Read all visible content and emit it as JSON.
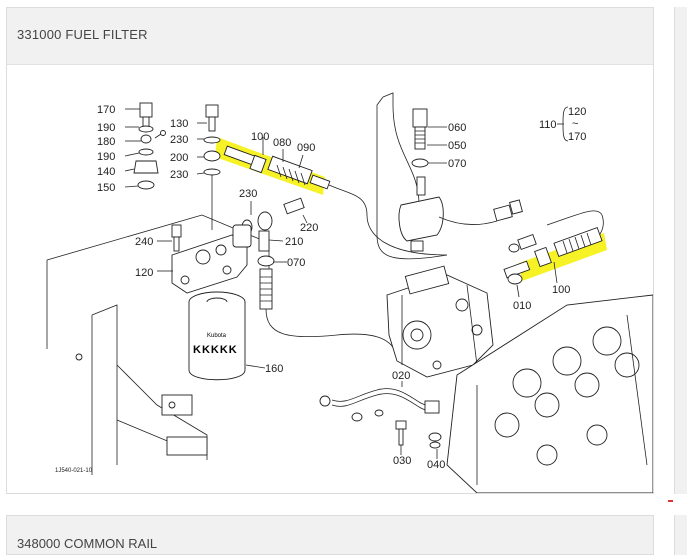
{
  "sections": [
    {
      "title": "331000   FUEL FILTER"
    },
    {
      "title": "348000   COMMON RAIL"
    }
  ],
  "diagram": {
    "code": "1J540-021-10",
    "labels": {
      "p170": "170",
      "p190a": "190",
      "p180": "180",
      "p190b": "190",
      "p140": "140",
      "p150": "150",
      "p130": "130",
      "p230a": "230",
      "p200": "200",
      "p230b": "230",
      "p100a": "100",
      "p080": "080",
      "p090": "090",
      "p230c": "230",
      "p220": "220",
      "p210": "210",
      "p070a": "070",
      "p240": "240",
      "p120": "120",
      "p160": "160",
      "p060": "060",
      "p050": "050",
      "p070b": "070",
      "p110": "110",
      "p110a": "120",
      "p110b": "~",
      "p110c": "170",
      "p100b": "100",
      "p010": "010",
      "p020": "020",
      "p030": "030",
      "p040": "040"
    },
    "filter_brand": "Kubota",
    "filter_marks": "KKKKK"
  }
}
